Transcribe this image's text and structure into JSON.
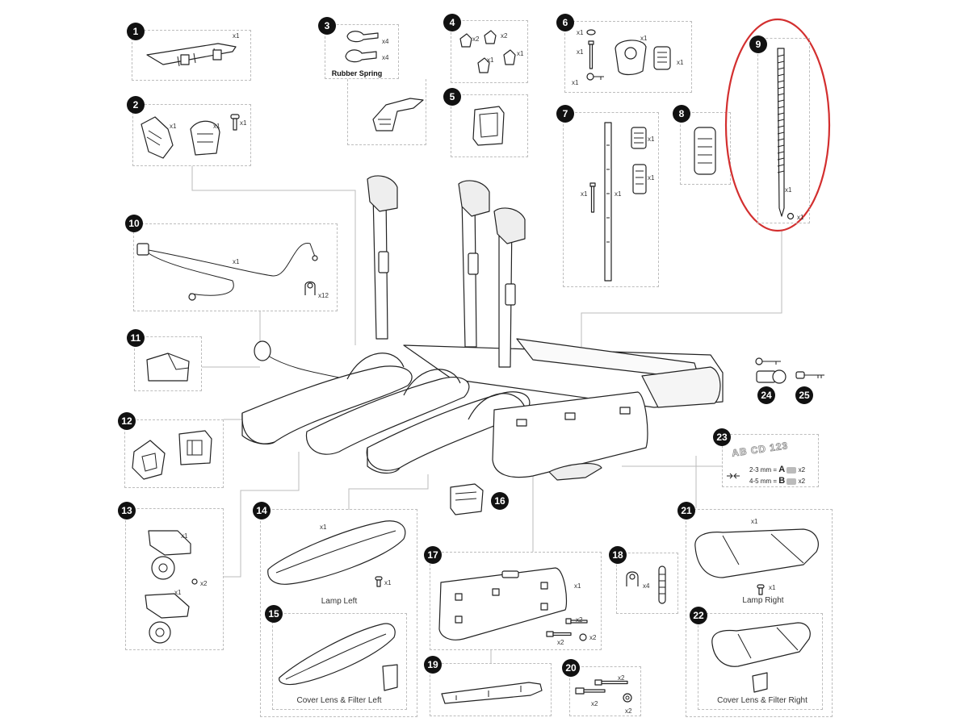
{
  "items": {
    "1": {
      "number": "1",
      "qty": [
        "x1"
      ]
    },
    "2": {
      "number": "2",
      "qty": [
        "x1",
        "x1",
        "x1"
      ]
    },
    "3": {
      "number": "3",
      "qty": [
        "x4",
        "x4"
      ],
      "caption": "Rubber Spring"
    },
    "4": {
      "number": "4",
      "qty": [
        "x2",
        "x2",
        "x1",
        "x1"
      ]
    },
    "5": {
      "number": "5"
    },
    "6": {
      "number": "6",
      "qty": [
        "x1",
        "x1",
        "x1",
        "x1",
        "x1"
      ]
    },
    "7": {
      "number": "7",
      "qty": [
        "x1",
        "x1",
        "x1",
        "x1"
      ]
    },
    "8": {
      "number": "8"
    },
    "9": {
      "number": "9",
      "qty": [
        "x1",
        "x1"
      ]
    },
    "10": {
      "number": "10",
      "qty": [
        "x1",
        "x12"
      ]
    },
    "11": {
      "number": "11"
    },
    "12": {
      "number": "12"
    },
    "13": {
      "number": "13",
      "qty": [
        "x1",
        "x2",
        "x1"
      ]
    },
    "14": {
      "number": "14",
      "qty": [
        "x1",
        "x1"
      ],
      "caption": "Lamp Left"
    },
    "15": {
      "number": "15",
      "caption": "Cover Lens & Filter Left"
    },
    "16": {
      "number": "16"
    },
    "17": {
      "number": "17",
      "qty": [
        "x1",
        "x2",
        "x2",
        "x2"
      ]
    },
    "18": {
      "number": "18",
      "qty": [
        "x4"
      ]
    },
    "19": {
      "number": "19"
    },
    "20": {
      "number": "20",
      "qty": [
        "x2",
        "x2",
        "x2"
      ]
    },
    "21": {
      "number": "21",
      "qty": [
        "x1",
        "x1"
      ],
      "caption": "Lamp Right"
    },
    "22": {
      "number": "22",
      "caption": "Cover Lens & Filter Right"
    },
    "23": {
      "number": "23",
      "plate_text": "AB CD 123",
      "row_a": {
        "range": "2-3 mm =",
        "letter": "A",
        "qty": "x2"
      },
      "row_b": {
        "range": "4-5 mm =",
        "letter": "B",
        "qty": "x2"
      }
    },
    "24": {
      "number": "24"
    },
    "25": {
      "number": "25"
    }
  },
  "colors": {
    "highlight": "#d32f2f",
    "badge": "#111111",
    "line": "#222222",
    "dash": "#bdbdbd"
  }
}
